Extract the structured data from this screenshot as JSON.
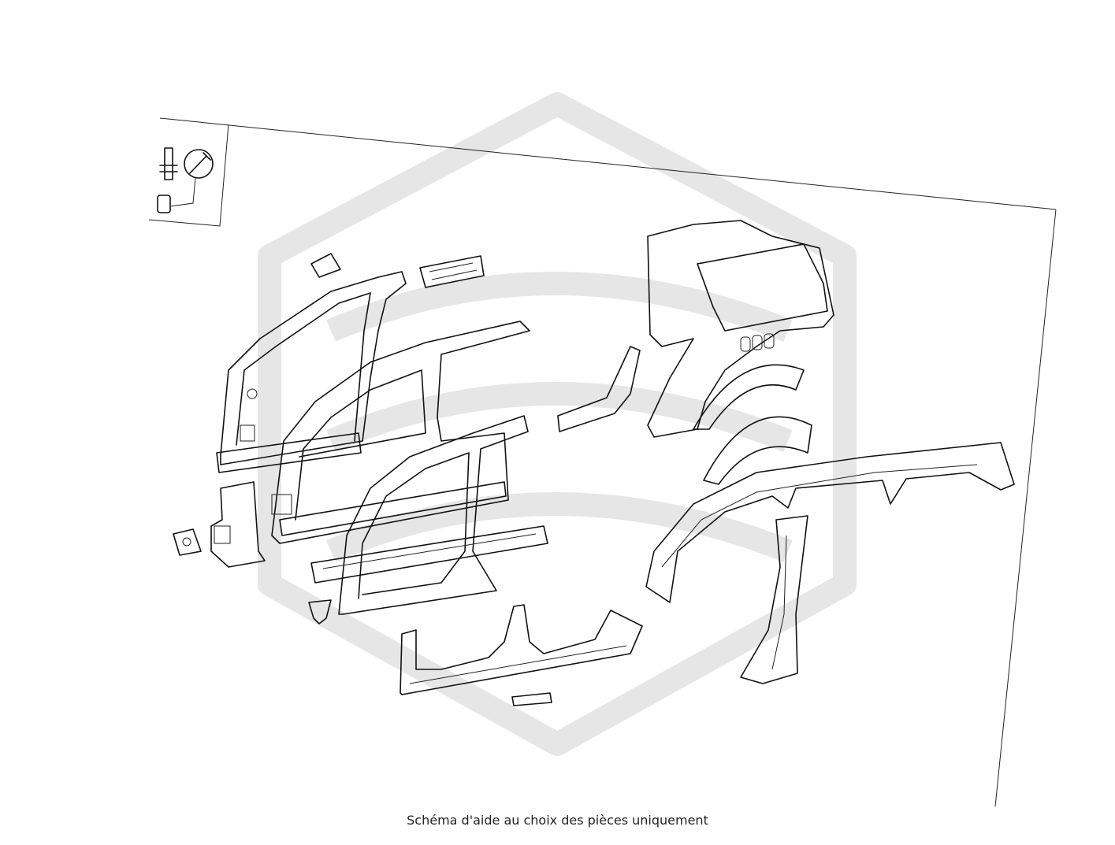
{
  "caption": "Schéma d'aide au choix des pièces uniquement",
  "watermark": {
    "icon": "hexagon-logo-watermark",
    "color": "#e6e6e6"
  },
  "legend_icons": [
    "bolt-icon",
    "wrench-icon",
    "nut-icon"
  ],
  "parts": [
    "a-pillar-inner-left",
    "roof-rail-reinforcement",
    "body-side-inner-middle",
    "body-side-outer-front",
    "b-pillar-lower",
    "rocker-sill-inner",
    "rocker-sill-outer",
    "quarter-panel-inner",
    "wheelhouse-outer",
    "wheelhouse-inner",
    "roof-side-rail-outer",
    "c-pillar-outer",
    "rear-pillar-reinforcement",
    "fastener-clip",
    "bracket-small",
    "gusset-plate"
  ]
}
